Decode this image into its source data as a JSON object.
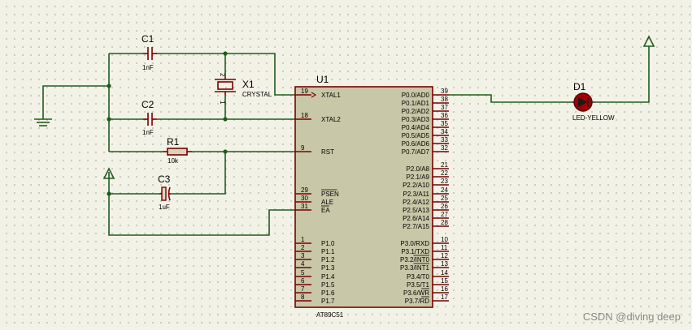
{
  "components": {
    "c1": {
      "ref": "C1",
      "value": "1nF"
    },
    "c2": {
      "ref": "C2",
      "value": "1nF"
    },
    "c3": {
      "ref": "C3",
      "value": "1uF"
    },
    "r1": {
      "ref": "R1",
      "value": "10k"
    },
    "x1": {
      "ref": "X1",
      "value": "CRYSTAL",
      "pin1": "1",
      "pin2": "2"
    },
    "d1": {
      "ref": "D1",
      "value": "LED-YELLOW"
    },
    "u1": {
      "ref": "U1",
      "part": "AT89C51"
    }
  },
  "ic": {
    "left_pins": [
      {
        "name": "XTAL1",
        "num": "19"
      },
      {
        "name": "XTAL2",
        "num": "18"
      },
      {
        "name": "RST",
        "num": "9"
      },
      {
        "name": "PSEN",
        "num": "29"
      },
      {
        "name": "ALE",
        "num": "30"
      },
      {
        "name": "EA",
        "num": "31"
      },
      {
        "name": "P1.0",
        "num": "1"
      },
      {
        "name": "P1.1",
        "num": "2"
      },
      {
        "name": "P1.2",
        "num": "3"
      },
      {
        "name": "P1.3",
        "num": "4"
      },
      {
        "name": "P1.4",
        "num": "5"
      },
      {
        "name": "P1.5",
        "num": "6"
      },
      {
        "name": "P1.6",
        "num": "7"
      },
      {
        "name": "P1.7",
        "num": "8"
      }
    ],
    "right_pins": [
      {
        "name": "P0.0/AD0",
        "num": "39"
      },
      {
        "name": "P0.1/AD1",
        "num": "38"
      },
      {
        "name": "P0.2/AD2",
        "num": "37"
      },
      {
        "name": "P0.3/AD3",
        "num": "36"
      },
      {
        "name": "P0.4/AD4",
        "num": "35"
      },
      {
        "name": "P0.5/AD5",
        "num": "34"
      },
      {
        "name": "P0.6/AD6",
        "num": "33"
      },
      {
        "name": "P0.7/AD7",
        "num": "32"
      },
      {
        "name": "P2.0/A8",
        "num": "21"
      },
      {
        "name": "P2.1/A9",
        "num": "22"
      },
      {
        "name": "P2.2/A10",
        "num": "23"
      },
      {
        "name": "P2.3/A11",
        "num": "24"
      },
      {
        "name": "P2.4/A12",
        "num": "25"
      },
      {
        "name": "P2.5/A13",
        "num": "26"
      },
      {
        "name": "P2.6/A14",
        "num": "27"
      },
      {
        "name": "P2.7/A15",
        "num": "28"
      },
      {
        "name": "P3.0/RXD",
        "num": "10"
      },
      {
        "name": "P3.1/TXD",
        "num": "11"
      },
      {
        "name": "P3.2/INT0",
        "num": "12"
      },
      {
        "name": "P3.3/INT1",
        "num": "13"
      },
      {
        "name": "P3.4/T0",
        "num": "14"
      },
      {
        "name": "P3.5/T1",
        "num": "15"
      },
      {
        "name": "P3.6/WR",
        "num": "16"
      },
      {
        "name": "P3.7/RD",
        "num": "17"
      }
    ]
  },
  "watermark": "CSDN @diving deep",
  "colors": {
    "wire": "#1f5c1f",
    "component": "#7a0000",
    "chip_fill": "#c8c7a8",
    "led_fill": "#a00000",
    "background": "#f2f2e6"
  }
}
